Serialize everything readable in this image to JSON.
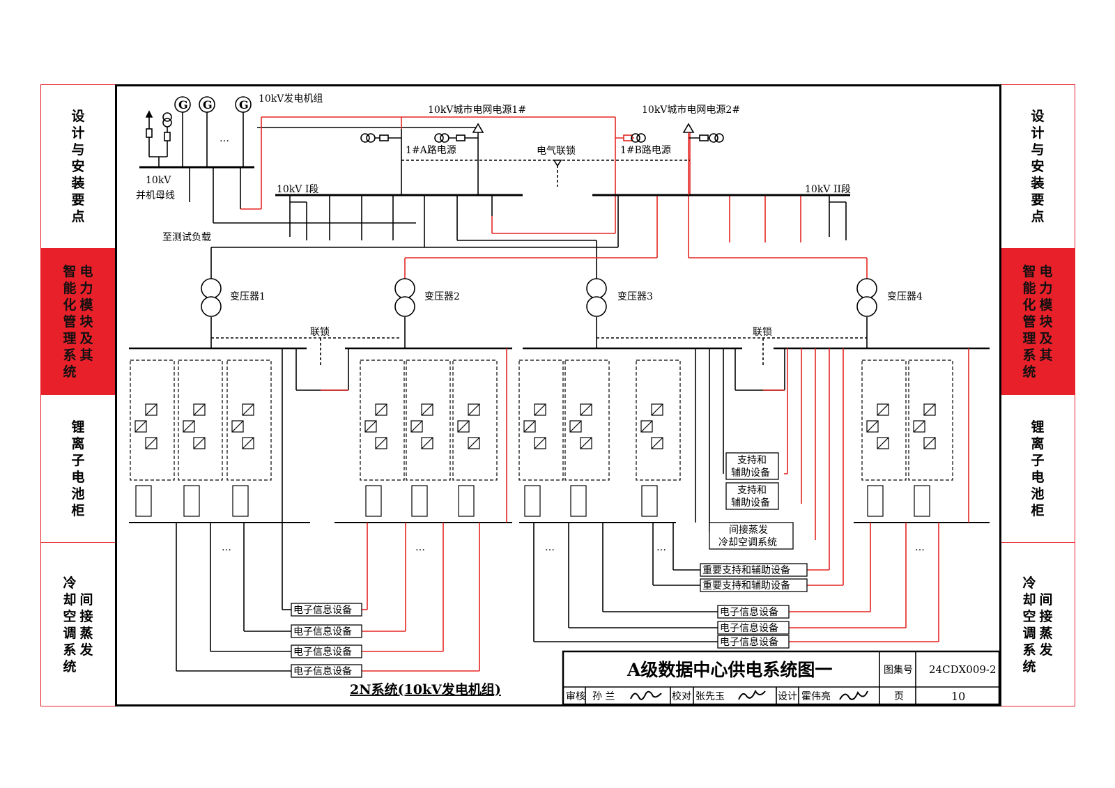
{
  "side_tabs_left": [
    {
      "label": "设计与安装要点",
      "active": false
    },
    {
      "label_a": "智能化管理系统",
      "label_b": "电力模块及其",
      "active": true
    },
    {
      "label": "锂离子电池柜",
      "active": false
    },
    {
      "label_a": "冷却空调系统",
      "label_b": "间接蒸发",
      "active": false
    }
  ],
  "side_tabs_right": [
    {
      "label": "设计与安装要点",
      "active": false
    },
    {
      "label_a": "智能化管理系统",
      "label_b": "电力模块及其",
      "active": true
    },
    {
      "label": "锂离子电池柜",
      "active": false
    },
    {
      "label_a": "冷却空调系统",
      "label_b": "间接蒸发",
      "active": false
    }
  ],
  "colors": {
    "accent_red": "#e8202a",
    "line_red": "#e52521",
    "line_black": "#000000"
  },
  "diagram": {
    "generator_label": "10kV发电机组",
    "generator_symbol": "G",
    "grid1_label": "10kV城市电网电源1#",
    "grid2_label": "10kV城市电网电源2#",
    "parallel_bus_label_1": "10kV",
    "parallel_bus_label_2": "并机母线",
    "test_load_label": "至测试负载",
    "a_source_label": "1#A路电源",
    "b_source_label": "1#B路电源",
    "interlock_label": "电气联锁",
    "bus1_label": "10kV  I段",
    "bus2_label": "10kV  II段",
    "transformers": [
      "变压器1",
      "变压器2",
      "变压器3",
      "变压器4"
    ],
    "tie_label": "联锁",
    "ellipsis": "…",
    "support_equipment": "支持和",
    "support_equipment_2": "辅助设备",
    "indirect_evap": "间接蒸发",
    "indirect_evap_2": "冷却空调系统",
    "important_support": "重要支持和辅助设备",
    "electronic_info": "电子信息设备",
    "system_caption": "2N系统(10kV发电机组)"
  },
  "title_block": {
    "title": "A级数据中心供电系统图一",
    "atlas_label": "图集号",
    "atlas_no": "24CDX009-2",
    "review_label": "审核",
    "review_name": "孙 兰",
    "check_label": "校对",
    "check_name": "张先玉",
    "design_label": "设计",
    "design_name": "霍伟亮",
    "page_label": "页",
    "page_no": "10"
  }
}
